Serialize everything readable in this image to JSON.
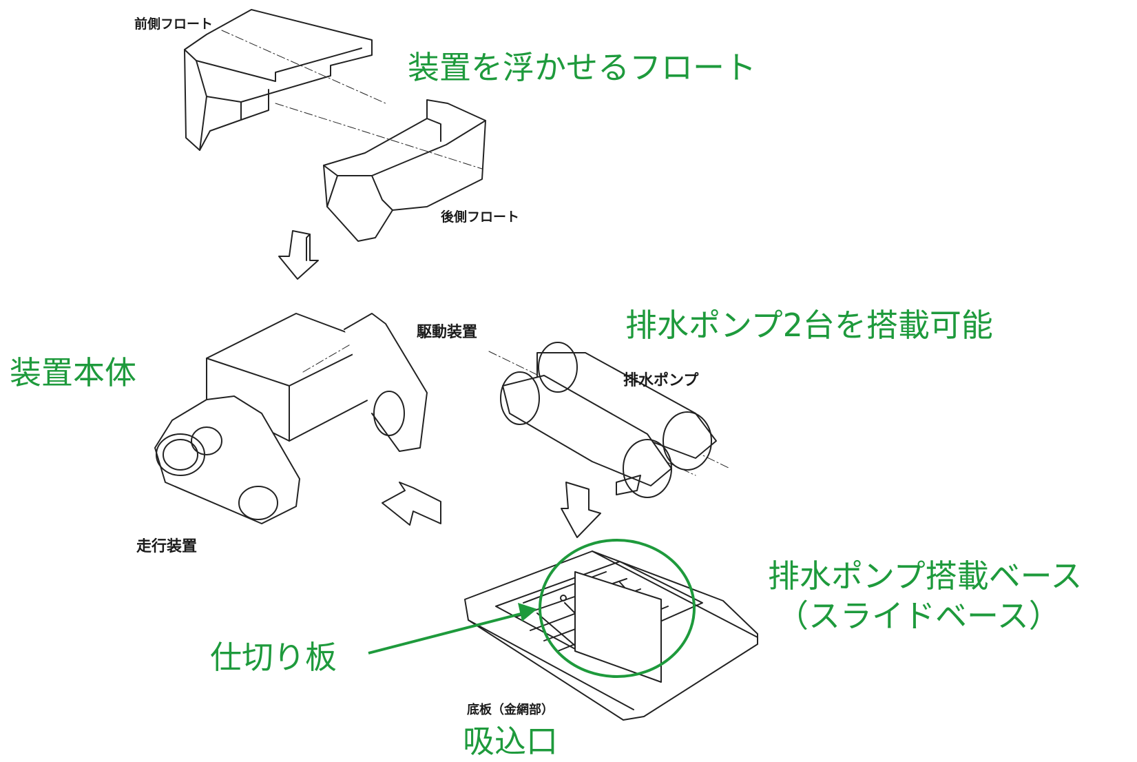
{
  "labels": {
    "front_float": "前側フロート",
    "rear_float": "後側フロート",
    "drive_unit": "駆動装置",
    "pump": "排水ポンプ",
    "travel_unit": "走行装置",
    "bottom_plate": "底板（金網部）"
  },
  "annotations": {
    "float_note": "装置を浮かせるフロート",
    "pump_note": "排水ポンプ2台を搭載可能",
    "body_note": "装置本体",
    "base_note_line1": "排水ポンプ搭載ベース",
    "base_note_line2": "（スライドベース）",
    "partition": "仕切り板",
    "intake": "吸込口"
  },
  "colors": {
    "annotation_green": "#1e9a3c",
    "line_art": "#222222"
  }
}
